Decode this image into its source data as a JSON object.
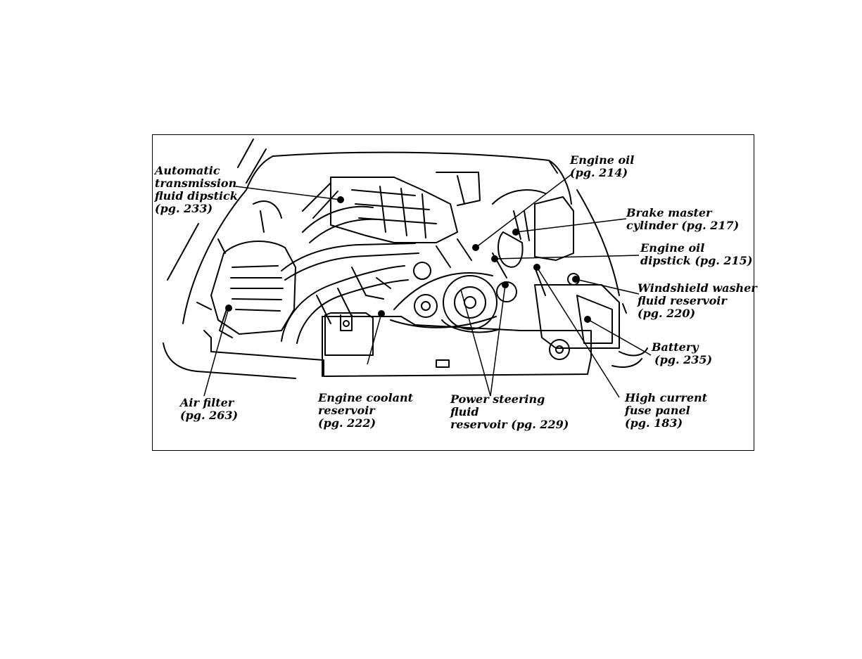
{
  "labels": {
    "trans": [
      "Automatic",
      "transmission",
      "fluid dipstick",
      "(pg. 233)"
    ],
    "oil": [
      "Engine oil",
      "(pg. 214)"
    ],
    "brake": [
      "Brake master",
      "cylinder (pg. 217)"
    ],
    "dipstick": [
      "Engine oil",
      "dipstick (pg. 215)"
    ],
    "washer": [
      "Windshield washer",
      "fluid reservoir",
      "(pg. 220)"
    ],
    "battery": [
      "Battery",
      "(pg. 235)"
    ],
    "fuse": [
      "High current",
      "fuse panel",
      "(pg. 183)"
    ],
    "steering": [
      "Power steering",
      "fluid",
      "reservoir (pg. 229)"
    ],
    "coolant": [
      "Engine coolant",
      "reservoir",
      "(pg. 222)"
    ],
    "air": [
      "Air filter",
      "(pg. 263)"
    ]
  }
}
